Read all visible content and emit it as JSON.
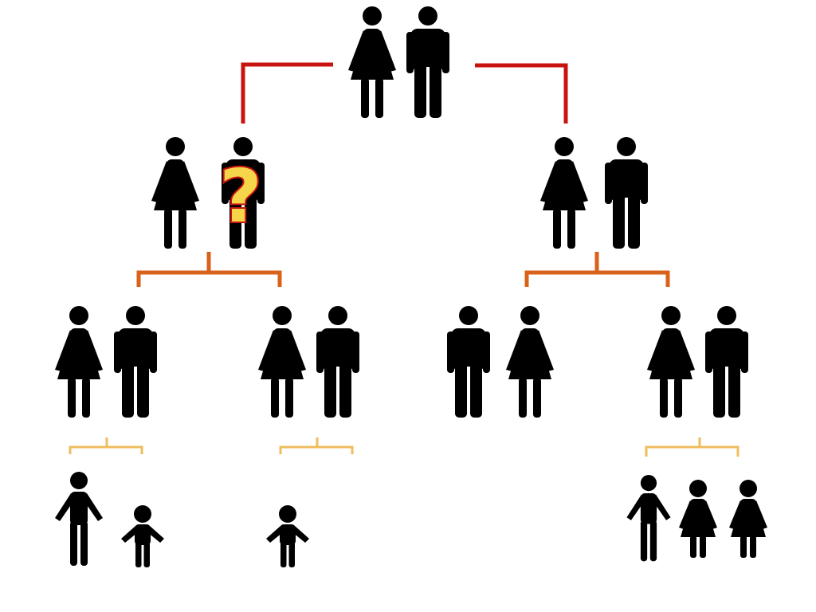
{
  "diagram": {
    "type": "family-tree",
    "colors": {
      "figure": "#000000",
      "generation1_connector": "#c8140f",
      "generation2_connector": "#d9621a",
      "generation3_connector": "#f0bd5e",
      "question_mark_fill": "#f7d54a",
      "question_mark_outline": "#c8140f"
    },
    "generations": [
      {
        "level": 1,
        "couples": [
          {
            "id": "founders",
            "members": [
              "woman",
              "man"
            ]
          }
        ]
      },
      {
        "level": 2,
        "couples": [
          {
            "id": "left-couple",
            "members": [
              "woman",
              "man-unknown"
            ],
            "marker": "question-mark"
          },
          {
            "id": "right-couple",
            "members": [
              "woman",
              "man"
            ]
          }
        ]
      },
      {
        "level": 3,
        "couples": [
          {
            "id": "couple-a",
            "members": [
              "woman",
              "man"
            ]
          },
          {
            "id": "couple-b",
            "members": [
              "woman",
              "man"
            ]
          },
          {
            "id": "couple-c",
            "members": [
              "man",
              "woman"
            ]
          },
          {
            "id": "couple-d",
            "members": [
              "woman",
              "man"
            ]
          }
        ]
      },
      {
        "level": 4,
        "families": [
          {
            "id": "children-a",
            "members": [
              "man",
              "child"
            ]
          },
          {
            "id": "children-b",
            "members": [
              "child"
            ]
          },
          {
            "id": "children-d",
            "members": [
              "man",
              "girl",
              "girl"
            ]
          }
        ]
      }
    ],
    "marker_text": "?"
  }
}
